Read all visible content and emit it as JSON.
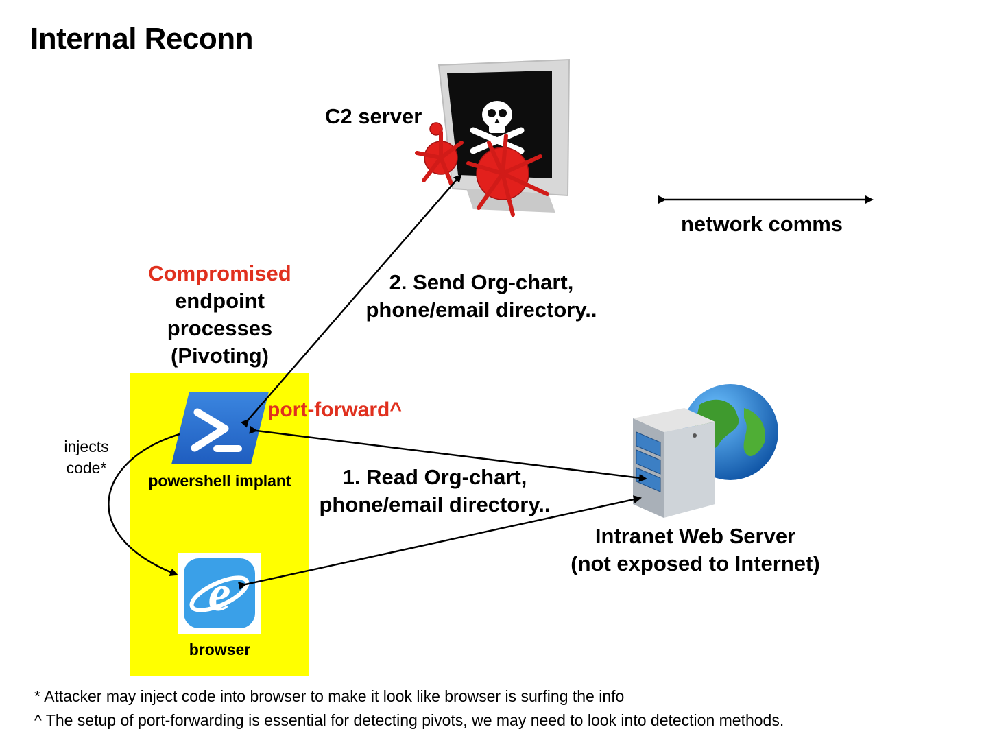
{
  "title": "Internal Reconn",
  "c2": {
    "label": "C2 server"
  },
  "legend": {
    "label": "network comms"
  },
  "endpoint": {
    "line1": "Compromised",
    "line2": "endpoint",
    "line3": "processes",
    "line4": "(Pivoting)"
  },
  "send": {
    "line1": "2. Send Org-chart,",
    "line2": "phone/email directory.."
  },
  "read": {
    "line1": "1. Read Org-chart,",
    "line2": "phone/email directory.."
  },
  "port_forward": "port-forward^",
  "injects": {
    "line1": "injects",
    "line2": "code*"
  },
  "powershell": {
    "label": "powershell implant"
  },
  "browser": {
    "label": "browser"
  },
  "server": {
    "line1": "Intranet Web Server",
    "line2": "(not exposed to Internet)"
  },
  "footnotes": {
    "star": "* Attacker may inject code into browser to make it look like browser is surfing the info",
    "caret": "^ The setup of port-forwarding is essential for detecting pivots, we may need to look into detection methods."
  },
  "colors": {
    "accent_red": "#e0301e",
    "highlight_yellow": "#ffff00",
    "ps_blue": "#2a6dd1",
    "ie_blue": "#3aa0e8"
  },
  "icons": [
    "pirate-monitor-icon",
    "virus-icon",
    "powershell-icon",
    "internet-explorer-icon",
    "server-icon",
    "globe-icon"
  ]
}
